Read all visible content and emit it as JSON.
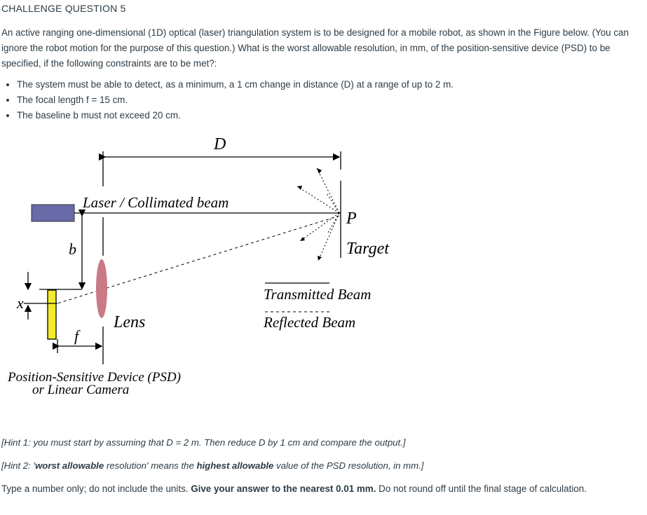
{
  "header": {
    "title": "CHALLENGE QUESTION 5"
  },
  "question": {
    "text": "An active ranging one-dimensional (1D) optical (laser) triangulation system is to be designed for a mobile robot, as shown in the Figure below. (You can ignore the robot motion for the purpose of this question.) What is the worst allowable resolution, in mm, of the position-sensitive device (PSD) to be specified, if the following constraints are to be met?:"
  },
  "constraints": [
    "The system must be able to detect, as a minimum, a 1 cm change in distance (D) at a range of up to 2 m.",
    "The focal length f = 15 cm.",
    "The baseline b must not exceed 20 cm."
  ],
  "figure": {
    "label_D": "D",
    "label_laser": "Laser / Collimated beam",
    "label_P": "P",
    "label_target": "Target",
    "label_b": "b",
    "label_x": "x",
    "label_f": "f",
    "label_lens": "Lens",
    "legend_transmitted": "Transmitted Beam",
    "legend_reflected": "Reflected Beam",
    "label_psd_line1": "Position-Sensitive Device (PSD)",
    "label_psd_line2": "or Linear Camera",
    "colors": {
      "laser": "#6a6aa8",
      "lens": "#c97a86",
      "psd": "#f2ec2a"
    }
  },
  "hints": {
    "hint1": "[Hint 1: you must start by assuming that D = 2 m. Then reduce D by 1 cm and compare the output.]",
    "hint2_pre": "[Hint 2: '",
    "hint2_b1": "worst allowable",
    "hint2_mid": " resolution' means the ",
    "hint2_b2": "highest allowable",
    "hint2_post": " value of the PSD resolution, in mm.]"
  },
  "instruction": {
    "pre": "Type a number only; do not include the units. ",
    "bold": "Give your answer to the nearest 0.01 mm.",
    "post": " Do not round off until the final stage of calculation."
  }
}
